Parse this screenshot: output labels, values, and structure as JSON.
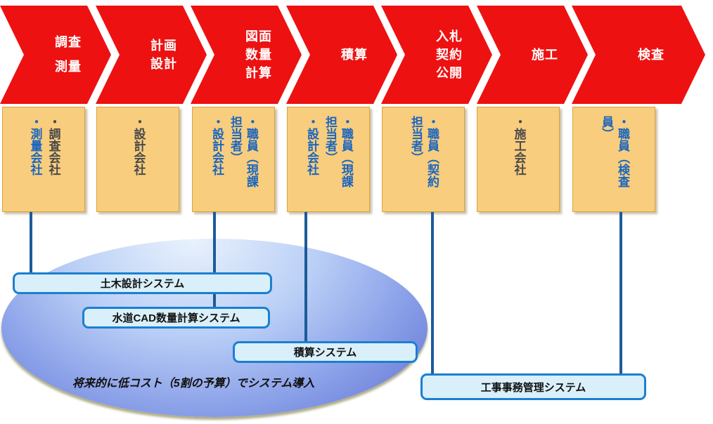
{
  "slide": {
    "background": "#FFFFFF",
    "phases": [
      {
        "label": "調査\n測量",
        "participants": [
          {
            "text": "・調査会社",
            "color": "gray"
          },
          {
            "text": "・測量会社",
            "color": "blue"
          }
        ]
      },
      {
        "label": "計画\n設計",
        "participants": [
          {
            "text": "・設計会社",
            "color": "gray"
          }
        ]
      },
      {
        "label": "図面\n数量\n計算",
        "participants": [
          {
            "text": "・職員（現課担当者）",
            "color": "blue"
          },
          {
            "text": "・設計会社",
            "color": "blue"
          }
        ]
      },
      {
        "label": "積算",
        "participants": [
          {
            "text": "・職員（現課担当者）",
            "color": "blue"
          },
          {
            "text": "・設計会社",
            "color": "blue"
          }
        ]
      },
      {
        "label": "入札\n契約\n公開",
        "participants": [
          {
            "text": "・職員（契約担当者）",
            "color": "blue"
          }
        ]
      },
      {
        "label": "施工",
        "participants": [
          {
            "text": "・施工会社",
            "color": "gray"
          }
        ]
      },
      {
        "label": "検査",
        "participants": [
          {
            "text": "・職員（検査員）",
            "color": "blue"
          }
        ]
      }
    ],
    "systems": {
      "civil": {
        "label": "土木設計システム"
      },
      "cad": {
        "label": "水道CAD数量計算システム"
      },
      "estimate": {
        "label": "積算システム"
      },
      "admin": {
        "label": "工事事務管理システム"
      }
    },
    "note": "将来的に低コスト（5割の予算）でシステム導入",
    "colors": {
      "chevron_red": "#EE1111",
      "participant_box_fill": "#F8CD7E",
      "participant_box_border": "#D9A43B",
      "staff_text_blue": "#1B66BE",
      "company_text_gray": "#4A4A4A",
      "connector_blue": "#1D5B99",
      "system_box_fill": "#D9EFFA",
      "system_box_border": "#1B7FD0",
      "ellipse_gradient_top": "#E9F2FD",
      "ellipse_gradient_bottom": "#5F6ED2"
    }
  }
}
